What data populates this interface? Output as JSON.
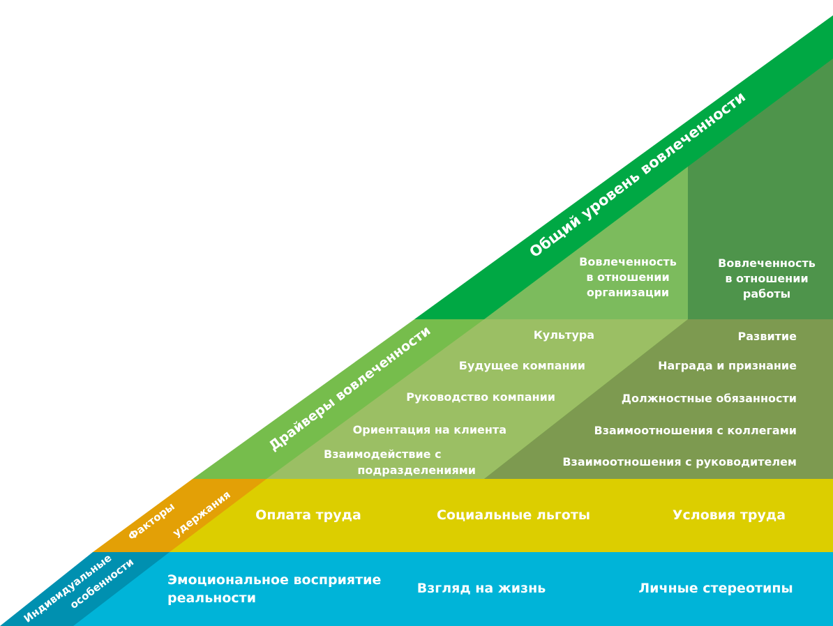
{
  "levels": {
    "overall": {
      "title": "Общий уровень вовлеченности",
      "org_lines": [
        "Вовлеченность",
        "в отношении",
        "организации"
      ],
      "work_lines": [
        "Вовлеченность",
        "в отношении",
        "работы"
      ]
    },
    "drivers": {
      "title": "Драйверы вовлеченности",
      "org_items": [
        "Культура",
        "Будущее компании",
        "Руководство компании",
        "Ориентация на клиента"
      ],
      "org_item_last": [
        "Взаимодействие с",
        "подразделениями"
      ],
      "work_items": [
        "Развитие",
        "Награда и признание",
        "Должностные обязанности",
        "Взаимоотношения с коллегами",
        "Взаимоотношения с руководителем"
      ]
    },
    "retention": {
      "title_lines": [
        "Факторы",
        "удержания"
      ],
      "items": [
        "Оплата труда",
        "Социальные льготы",
        "Условия труда"
      ]
    },
    "individual": {
      "title_lines": [
        "Индивидуальные",
        "особенности"
      ],
      "item_emotional": [
        "Эмоциональное восприятие",
        "реальности"
      ],
      "items": [
        "Взгляд на жизнь",
        "Личные стереотипы"
      ]
    }
  },
  "colors": {
    "overall_band": "#00a844",
    "overall_org": "#7cbb5d",
    "overall_work": "#4e944b",
    "drivers_band": "#76bd4c",
    "drivers_org": "#9bbf64",
    "drivers_work": "#7d9a50",
    "retention_band": "#e3a006",
    "retention_fill": "#dcce00",
    "individual_band": "#0090b0",
    "individual_fill": "#00b4d8"
  }
}
